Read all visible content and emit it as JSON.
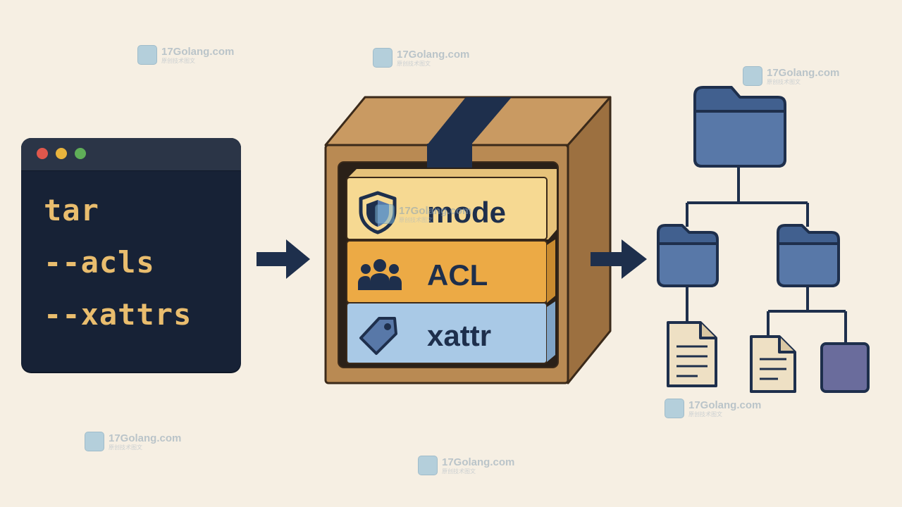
{
  "terminal": {
    "lines": [
      "tar",
      "--acls",
      "--xattrs"
    ]
  },
  "box": {
    "layers": [
      {
        "label": "mode",
        "icon": "shield-icon",
        "color": "#f6d992"
      },
      {
        "label": "ACL",
        "icon": "people-icon",
        "color": "#ecaa45"
      },
      {
        "label": "xattr",
        "icon": "tag-icon",
        "color": "#a9c9e6"
      }
    ]
  },
  "watermark": {
    "title": "17Golang.com",
    "subtitle": "原创技术图文"
  },
  "colors": {
    "background": "#f6efe3",
    "terminal": "#172236",
    "folder": "#5878a8",
    "navy": "#1e2f4c",
    "cardboard": "#b98a53"
  }
}
